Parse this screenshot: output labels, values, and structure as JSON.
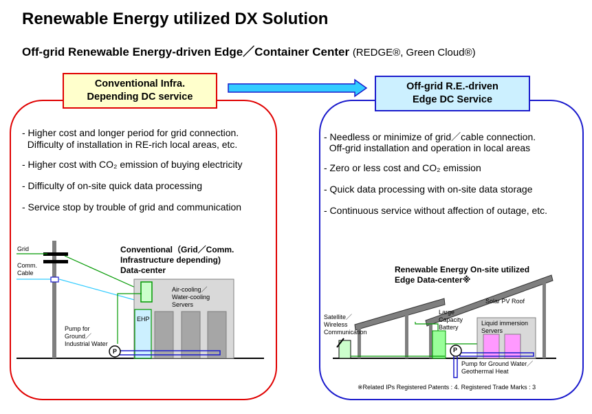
{
  "title": "Renewable Energy utilized DX Solution",
  "subtitle": {
    "main": "Off-grid Renewable Energy-driven Edge／Container Center",
    "note": "(REDGE®, Green Cloud®)"
  },
  "conventional": {
    "header_line1": "Conventional Infra.",
    "header_line2": "Depending DC service",
    "bullets": [
      "- Higher cost and longer period for grid connection.",
      "  Difficulty of installation in RE-rich local areas, etc.",
      "- Higher cost with CO₂ emission of buying electricity",
      "- Difficulty of on-site quick data processing",
      "- Service stop by trouble of grid and communication"
    ],
    "diagram": {
      "grid_label": "Grid",
      "comm_label_1": "Comm.",
      "comm_label_2": "Cable",
      "dc_title_1": "Conventional（Grid／Comm.",
      "dc_title_2": "Infrastructure depending)",
      "dc_title_3": "Data-center",
      "cooling_1": "Air-cooling／",
      "cooling_2": "Water-cooling",
      "cooling_3": "Servers",
      "ehp": "EHP",
      "pump_1": "Pump for",
      "pump_2": "Ground／",
      "pump_3": "Industrial Water",
      "p_symbol": "P"
    }
  },
  "offgrid": {
    "header_line1": "Off-grid R.E.-driven",
    "header_line2": "Edge DC Service",
    "bullets": [
      "- Needless or minimize of grid／cable connection.",
      "  Off-grid installation and operation in local areas",
      "- Zero or less cost and CO₂ emission",
      "- Quick data processing with on-site data storage",
      "- Continuous service without affection of outage, etc."
    ],
    "diagram": {
      "dc_title_1": "Renewable Energy On-site utilized",
      "dc_title_2": "Edge Data-center※",
      "solar": "Solar PV Roof",
      "sat_1": "Satellite／",
      "sat_2": "Wireless",
      "sat_3": "Communication",
      "bat_1": "Large",
      "bat_2": "Capacity",
      "bat_3": "Battery",
      "liq_1": "Liquid immersion",
      "liq_2": "Servers",
      "pump_1": "Pump for Ground Water／",
      "pump_2": "Geothermal Heat",
      "p_symbol": "P"
    }
  },
  "footnote": "※Related IPs  Registered Patents : 4. Registered Trade Marks : 3"
}
